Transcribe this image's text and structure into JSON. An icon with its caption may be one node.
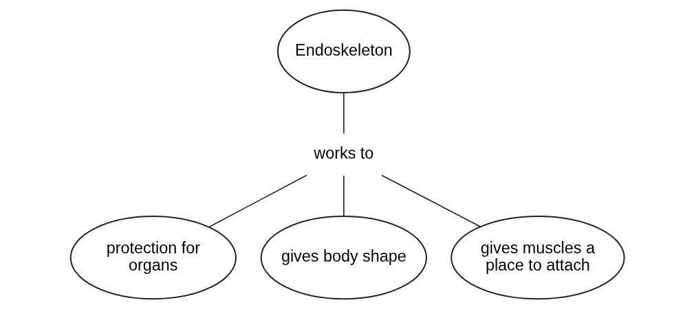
{
  "diagram": {
    "nodes": [
      {
        "text": [
          "Endoskeleton"
        ]
      },
      {
        "text": [
          "works to"
        ]
      },
      {
        "text": [
          "protection for organs"
        ]
      },
      {
        "text": [
          "gives body shape"
        ]
      },
      {
        "text": [
          "gives muscles a place to attach"
        ]
      }
    ],
    "edges": [
      {
        "from": 0,
        "to": 1,
        "arrow": "none"
      },
      {
        "from": 1,
        "to": 2,
        "arrow": "none"
      },
      {
        "from": 1,
        "to": 3,
        "arrow": "none"
      },
      {
        "from": 1,
        "to": 4,
        "arrow": "none"
      }
    ]
  }
}
